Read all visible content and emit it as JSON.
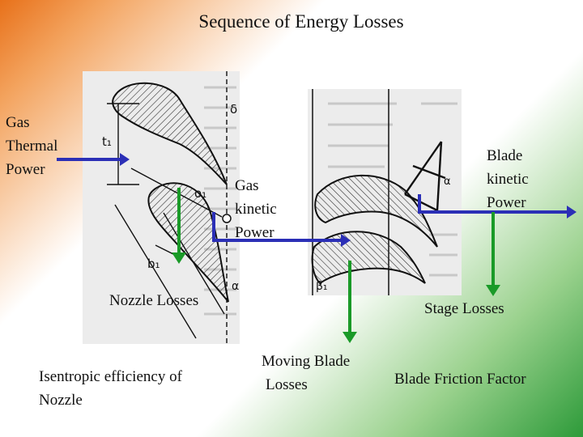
{
  "title": "Sequence of Energy Losses",
  "labels": {
    "gas_thermal_power": [
      "Gas",
      "Thermal",
      "Power"
    ],
    "gas_kinetic_power": [
      "Gas",
      "kinetic",
      "Power"
    ],
    "blade_kinetic_power": [
      "Blade",
      "kinetic",
      "Power"
    ],
    "nozzle_losses": "Nozzle Losses",
    "stage_losses": "Stage Losses",
    "moving_blade_losses": [
      "Moving Blade",
      "Losses"
    ],
    "isentropic_efficiency": [
      "Isentropic efficiency of",
      "Nozzle"
    ],
    "blade_friction_factor": "Blade Friction Factor"
  },
  "nozzle_figure_labels": {
    "t1": "t₁",
    "o1": "o₁",
    "b1": "b₁",
    "delta": "δ",
    "alpha": "α"
  },
  "blade_figure_labels": {
    "beta1": "β₁",
    "alpha": "α"
  },
  "colors": {
    "flow_arrow": "#2b2fb6",
    "loss_arrow": "#1a9a28"
  }
}
